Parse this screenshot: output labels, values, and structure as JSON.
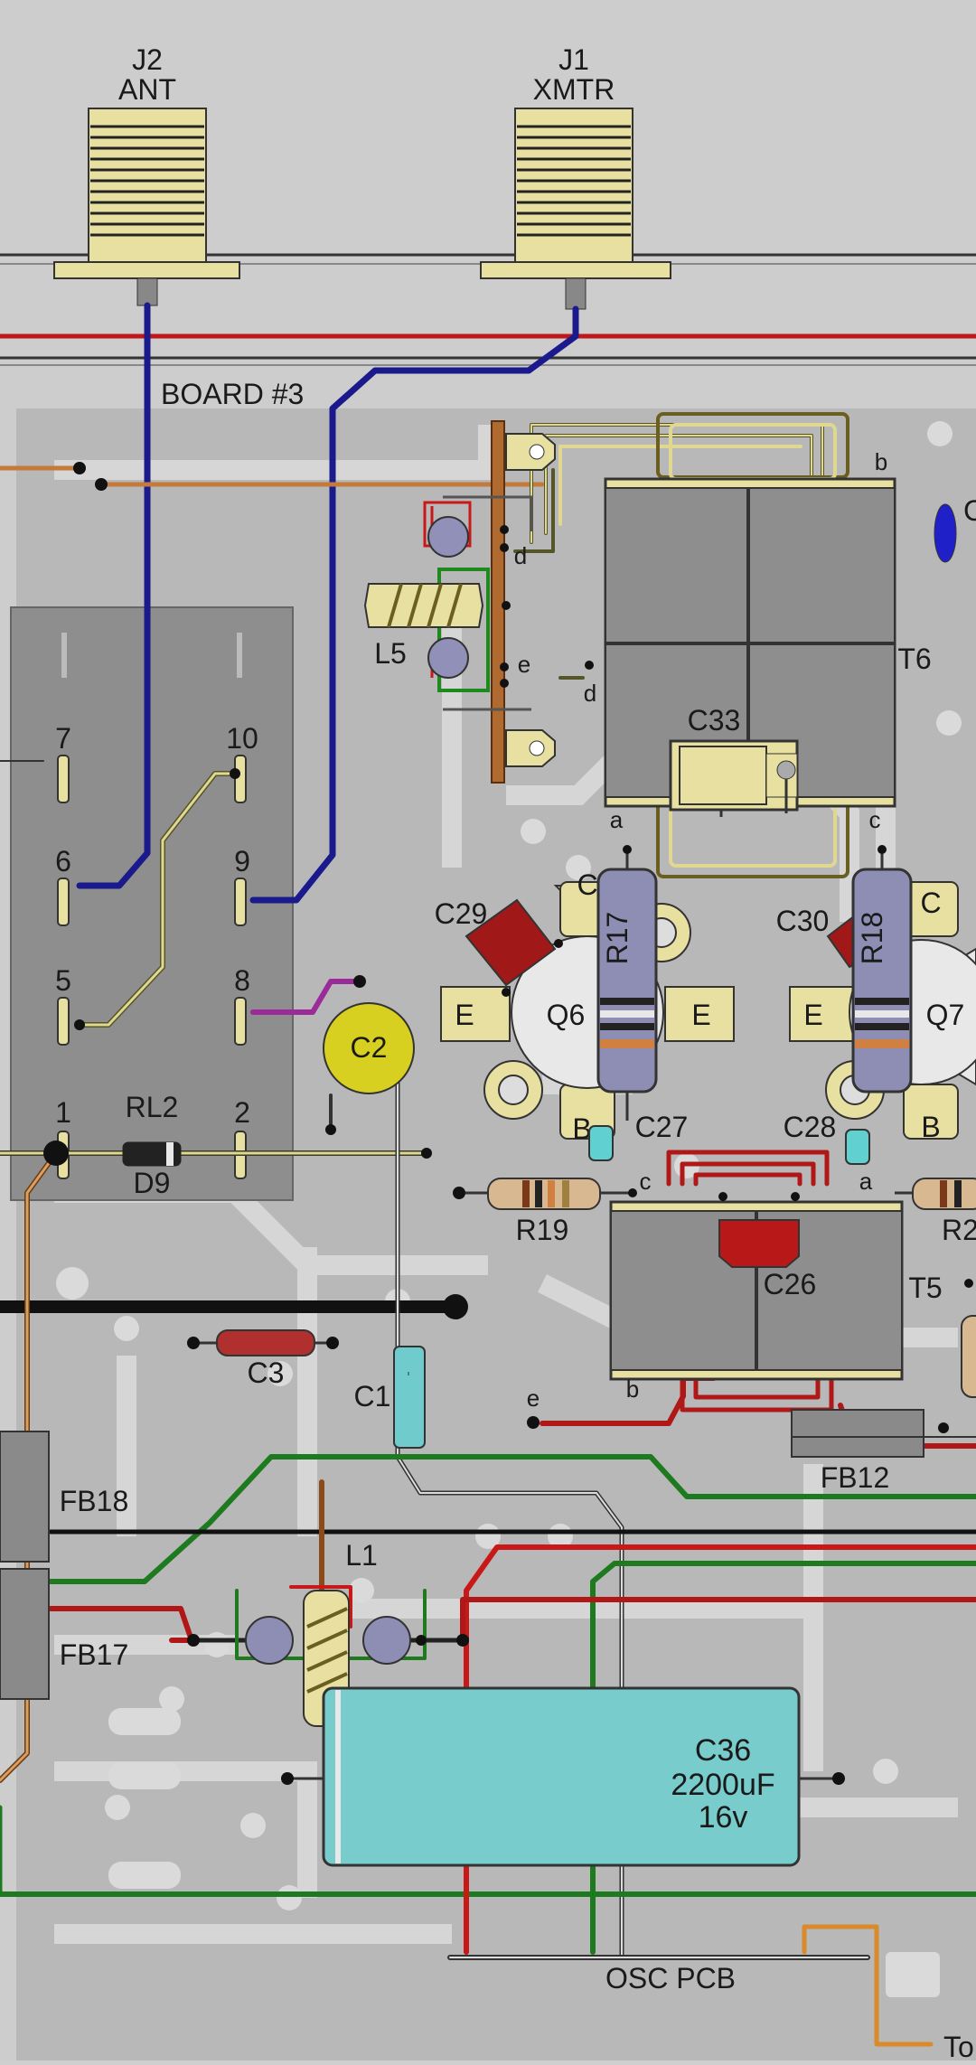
{
  "connectors": {
    "j2": {
      "ref": "J2",
      "name": "ANT"
    },
    "j1": {
      "ref": "J1",
      "name": "XMTR"
    }
  },
  "board_label": "BOARD #3",
  "relay": {
    "ref": "RL2",
    "pins": [
      "7",
      "10",
      "6",
      "9",
      "5",
      "8",
      "1",
      "2"
    ],
    "diode": "D9"
  },
  "components": {
    "l5": "L5",
    "l1": "L1",
    "t6": "T6",
    "t5": "T5",
    "c33": "C33",
    "c29": "C29",
    "c30": "C30",
    "c2": "C2",
    "c27": "C27",
    "c28": "C28",
    "c26": "C26",
    "c3": "C3",
    "c1": "C1",
    "r17": "R17",
    "r18": "R18",
    "r19": "R19",
    "r2_partial": "R2",
    "q6": "Q6",
    "q7": "Q7",
    "fb18": "FB18",
    "fb17": "FB17",
    "fb12": "FB12",
    "c_partial": "C"
  },
  "pin_letters": {
    "b": "b",
    "d": "d",
    "e": "e",
    "a": "a",
    "c": "c",
    "C": "C",
    "E": "E",
    "B": "B"
  },
  "c36": {
    "ref": "C36",
    "value": "2200uF",
    "voltage": "16v"
  },
  "osc_label": "OSC PCB",
  "to_partial": "To"
}
